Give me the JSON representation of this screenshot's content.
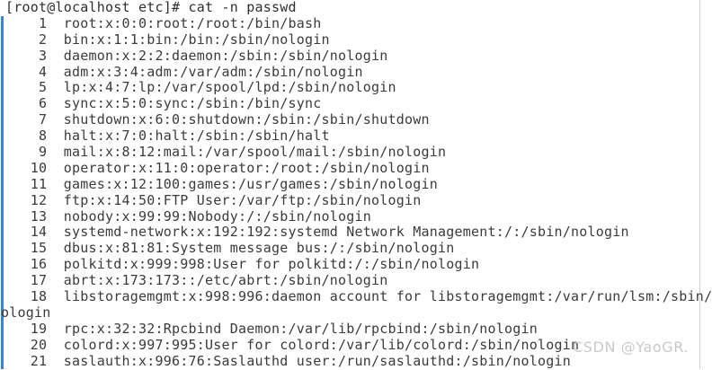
{
  "terminal": {
    "type": "linux-shell",
    "background_color": "#ffffff",
    "text_color": "#3b3b3b",
    "accent_color": "#3d85c6",
    "prompt": "[root@localhost etc]# cat -n passwd",
    "command": "cat -n passwd",
    "user": "root",
    "host": "localhost",
    "cwd": "etc",
    "lines": [
      {
        "num": "1",
        "text": "    1  root:x:0:0:root:/root:/bin/bash"
      },
      {
        "num": "2",
        "text": "    2  bin:x:1:1:bin:/bin:/sbin/nologin"
      },
      {
        "num": "3",
        "text": "    3  daemon:x:2:2:daemon:/sbin:/sbin/nologin"
      },
      {
        "num": "4",
        "text": "    4  adm:x:3:4:adm:/var/adm:/sbin/nologin"
      },
      {
        "num": "5",
        "text": "    5  lp:x:4:7:lp:/var/spool/lpd:/sbin/nologin"
      },
      {
        "num": "6",
        "text": "    6  sync:x:5:0:sync:/sbin:/bin/sync"
      },
      {
        "num": "7",
        "text": "    7  shutdown:x:6:0:shutdown:/sbin:/sbin/shutdown"
      },
      {
        "num": "8",
        "text": "    8  halt:x:7:0:halt:/sbin:/sbin/halt"
      },
      {
        "num": "9",
        "text": "    9  mail:x:8:12:mail:/var/spool/mail:/sbin/nologin"
      },
      {
        "num": "10",
        "text": "   10  operator:x:11:0:operator:/root:/sbin/nologin"
      },
      {
        "num": "11",
        "text": "   11  games:x:12:100:games:/usr/games:/sbin/nologin"
      },
      {
        "num": "12",
        "text": "   12  ftp:x:14:50:FTP User:/var/ftp:/sbin/nologin"
      },
      {
        "num": "13",
        "text": "   13  nobody:x:99:99:Nobody:/:/sbin/nologin"
      },
      {
        "num": "14",
        "text": "   14  systemd-network:x:192:192:systemd Network Management:/:/sbin/nologin"
      },
      {
        "num": "15",
        "text": "   15  dbus:x:81:81:System message bus:/:/sbin/nologin"
      },
      {
        "num": "16",
        "text": "   16  polkitd:x:999:998:User for polkitd:/:/sbin/nologin"
      },
      {
        "num": "17",
        "text": "   17  abrt:x:173:173::/etc/abrt:/sbin/nologin"
      },
      {
        "num": "18",
        "text": "   18  libstoragemgmt:x:998:996:daemon account for libstoragemgmt:/var/run/lsm:/sbin/n"
      },
      {
        "num": "18w",
        "text": "ologin",
        "wrapped": true
      },
      {
        "num": "19",
        "text": "   19  rpc:x:32:32:Rpcbind Daemon:/var/lib/rpcbind:/sbin/nologin"
      },
      {
        "num": "20",
        "text": "   20  colord:x:997:995:User for colord:/var/lib/colord:/sbin/nologin"
      },
      {
        "num": "21",
        "text": "   21  saslauth:x:996:76:Saslauthd user:/run/saslauthd:/sbin/nologin"
      }
    ]
  },
  "watermark": {
    "text": "CSDN @YaoGR.",
    "color": "#c9c9c9"
  }
}
